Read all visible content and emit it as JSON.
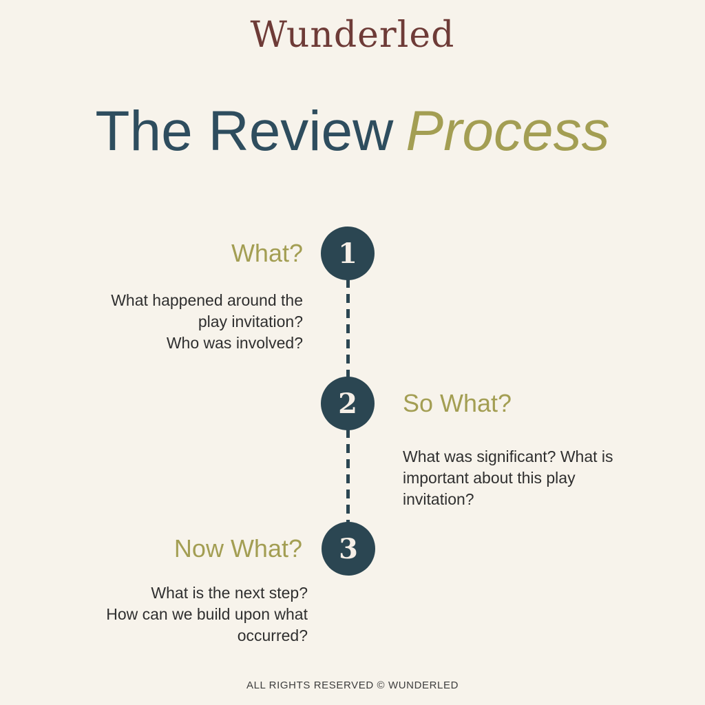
{
  "brand": {
    "logo": "Wunderled"
  },
  "title": {
    "main": "The Review",
    "accent": "Process"
  },
  "steps": [
    {
      "number": "1",
      "label": "What?",
      "body": "What happened around the\nplay invitation?\nWho was involved?"
    },
    {
      "number": "2",
      "label": "So What?",
      "body": "What was significant? What is\nimportant about this play\ninvitation?"
    },
    {
      "number": "3",
      "label": "Now What?",
      "body": "What is the next step?\nHow can we build upon what\noccurred?"
    }
  ],
  "footer": {
    "text": "ALL RIGHTS RESERVED © WUNDERLED"
  },
  "colors": {
    "background": "#f7f3eb",
    "brand_maroon": "#6e3b37",
    "title_teal": "#2e4d5e",
    "accent_olive": "#a39e53",
    "node_teal": "#2b4652",
    "body_text": "#2f2f2f"
  }
}
